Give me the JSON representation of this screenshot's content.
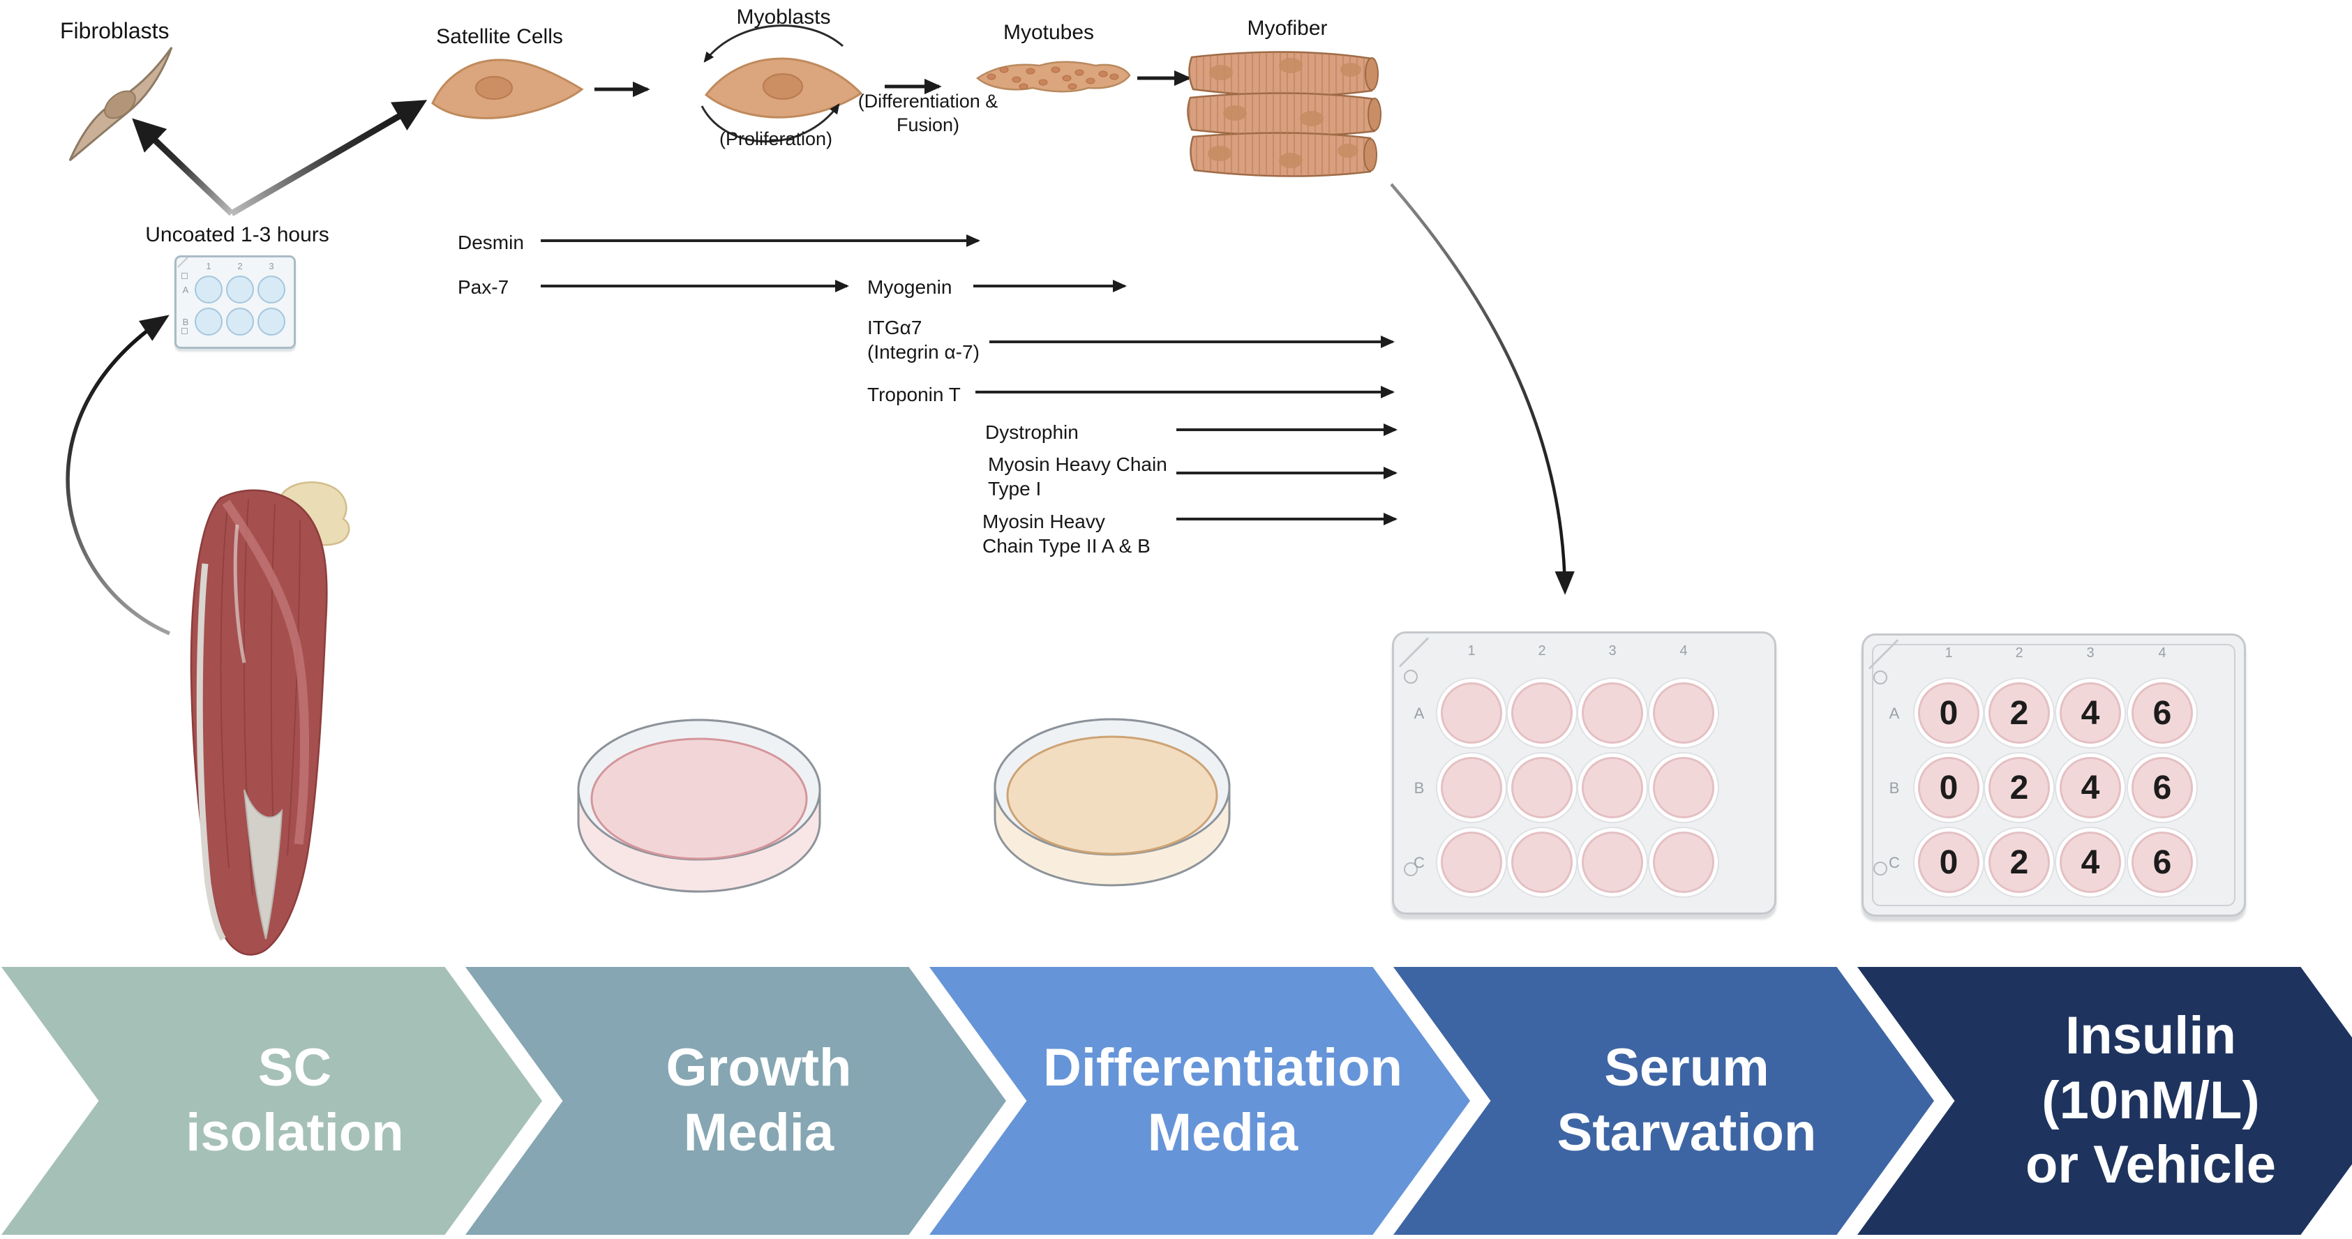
{
  "page": {
    "stage_labels": {
      "fibroblasts": "Fibroblasts",
      "satellite_cells": "Satellite Cells",
      "myoblasts": "Myoblasts",
      "myotubes": "Myotubes",
      "myofiber": "Myofiber"
    },
    "annotations": {
      "proliferation": "(Proliferation)",
      "differentiation_fusion_line1": "(Differentiation &",
      "differentiation_fusion_line2": "Fusion)",
      "uncoated_plate": "Uncoated 1-3 hours"
    },
    "markers": {
      "desmin": "Desmin",
      "pax7": "Pax-7",
      "myogenin": "Myogenin",
      "itga7_line1": "ITGα7",
      "itga7_line2": "(Integrin α-7)",
      "troponin_t": "Troponin T",
      "dystrophin": "Dystrophin",
      "mhc_type1_line1": "Myosin Heavy Chain",
      "mhc_type1_line2": "Type I",
      "mhc_type2_line1": "Myosin Heavy",
      "mhc_type2_line2": "Chain Type II A & B"
    },
    "plates": {
      "six_well": {
        "cols": [
          "1",
          "2",
          "3"
        ],
        "rows": [
          "A",
          "B"
        ]
      },
      "twelve_well": {
        "cols": [
          "1",
          "2",
          "3",
          "4"
        ],
        "rows": [
          "A",
          "B",
          "C"
        ]
      },
      "insulin_plate": {
        "cols": [
          "1",
          "2",
          "3",
          "4"
        ],
        "rows": [
          "A",
          "B",
          "C"
        ],
        "values": [
          [
            "0",
            "2",
            "4",
            "6"
          ],
          [
            "0",
            "2",
            "4",
            "6"
          ],
          [
            "0",
            "2",
            "4",
            "6"
          ]
        ]
      }
    },
    "process_chevrons": [
      {
        "label": "SC isolation",
        "lines": [
          "SC",
          "isolation"
        ],
        "color": "#a5c0b7"
      },
      {
        "label": "Growth Media",
        "lines": [
          "Growth",
          "Media"
        ],
        "color": "#85a6b2"
      },
      {
        "label": "Differentiation Media",
        "lines": [
          "Differentiation",
          "Media"
        ],
        "color": "#6594d8"
      },
      {
        "label": "Serum Starvation",
        "lines": [
          "Serum",
          "Starvation"
        ],
        "color": "#3d65a4"
      },
      {
        "label": "Insulin (10nM/L) or Vehicle",
        "lines": [
          "Insulin",
          "(10nM/L)",
          "or Vehicle"
        ],
        "color": "#1e345f"
      }
    ],
    "palette": {
      "arrow": "#1c1c1c",
      "cell_fill": "#dba57e",
      "fibroblast_fill": "#c9b097",
      "muscle_red": "#a54f4f",
      "media_pink": "#f2d6d7",
      "media_tan": "#f3ddc1",
      "well_pink": "#f2d7d9",
      "well_blue": "#d7eaf6"
    }
  }
}
